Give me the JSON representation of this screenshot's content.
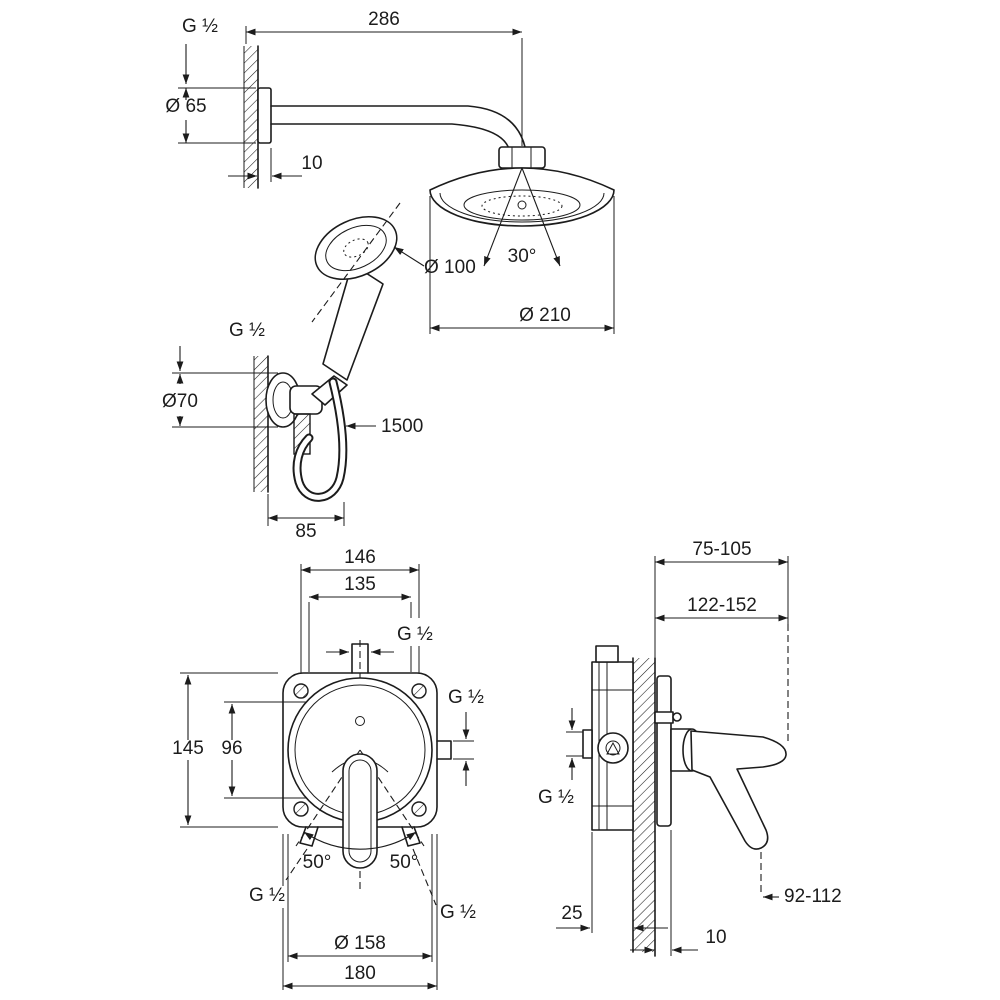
{
  "colors": {
    "line": "#1c1c1c",
    "background": "#ffffff"
  },
  "top_view": {
    "thread_top": "G ½",
    "arm_length": "286",
    "wall_flange_diameter": "Ø 65",
    "wall_flange_depth": "10",
    "spray_angle": "30°",
    "hand_shower_diameter": "Ø 100",
    "head_diameter": "Ø 210",
    "thread_outlet": "G ½",
    "outlet_flange_diameter": "Ø70",
    "hose_length": "1500",
    "outlet_offset": "85"
  },
  "front_view": {
    "bolt_spacing_width": "146",
    "box_width": "135",
    "thread_top": "G ½",
    "thread_right": "G ½",
    "plate_height": "145",
    "box_height": "96",
    "swivel_angle_left": "50°",
    "swivel_angle_right": "50°",
    "thread_bottom_left": "G ½",
    "thread_bottom_right": "G ½",
    "trim_diameter": "Ø 158",
    "plate_width": "180"
  },
  "side_view": {
    "install_depth_range": "75-105",
    "total_depth_range": "122-152",
    "thread_inlet": "G ½",
    "lever_projection": "92-112",
    "box_depth": "25",
    "trim_depth": "10"
  }
}
